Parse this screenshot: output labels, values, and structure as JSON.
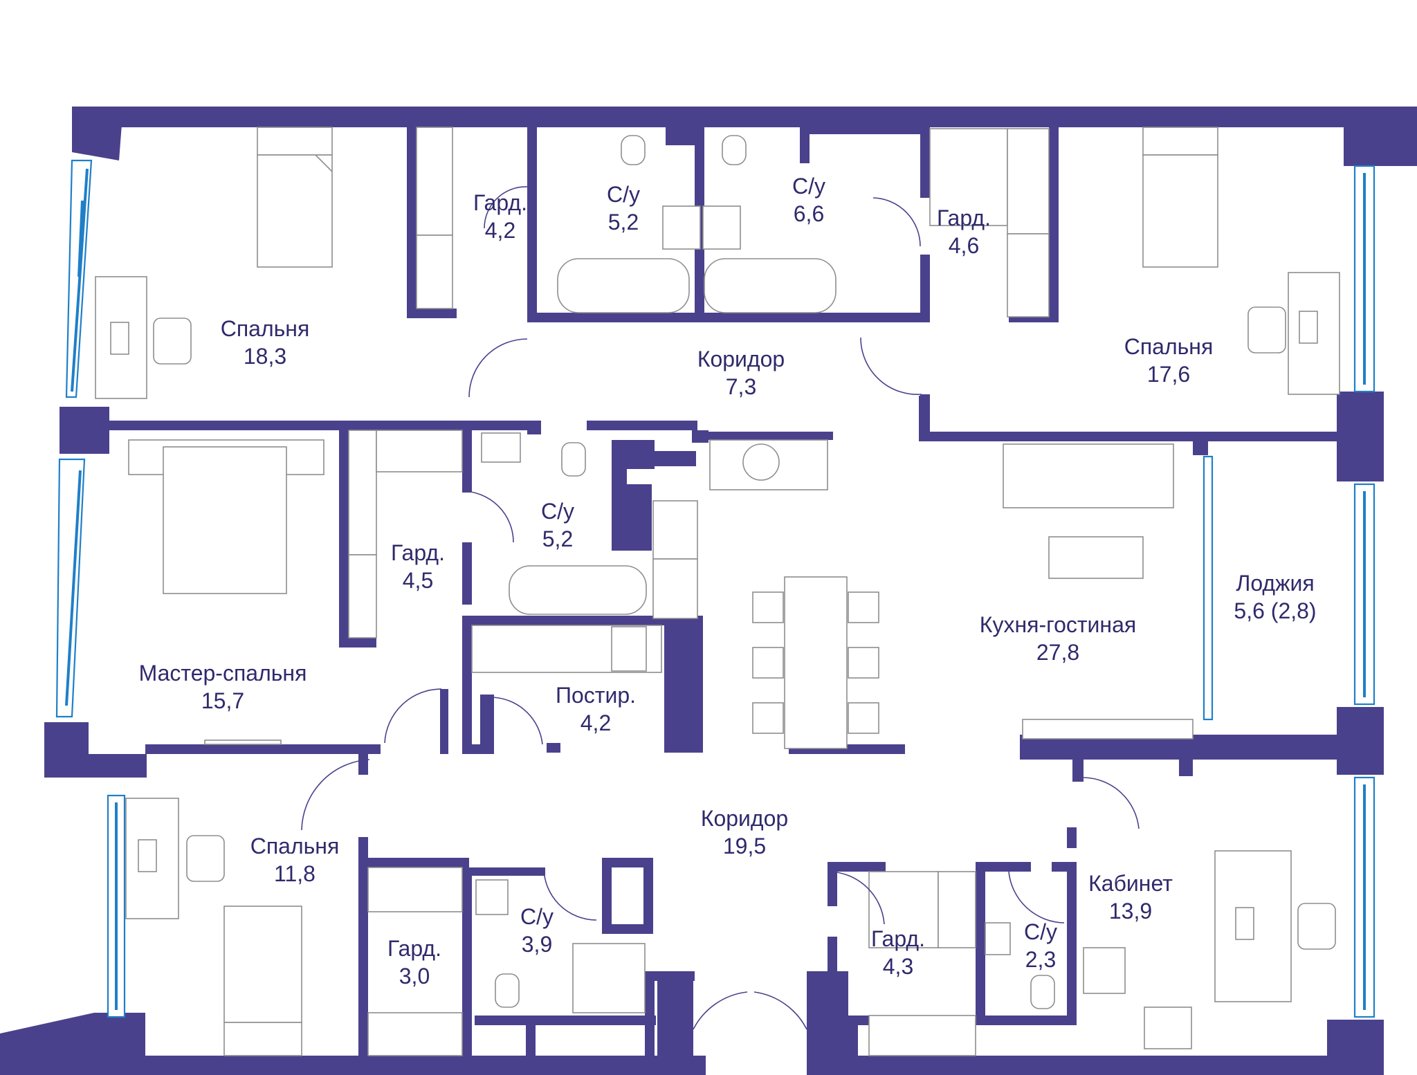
{
  "colors": {
    "wall": "#4a418c",
    "label": "#2f2a6c",
    "window": "#1f7fc8",
    "fixture": "#8e8e8e"
  },
  "rooms": [
    {
      "id": "bedroom-nw",
      "name": "Спальня",
      "area": "18,3"
    },
    {
      "id": "wardrobe-1",
      "name": "Гард.",
      "area": "4,2"
    },
    {
      "id": "bath-1",
      "name": "С/у",
      "area": "5,2"
    },
    {
      "id": "bath-2",
      "name": "С/у",
      "area": "6,6"
    },
    {
      "id": "wardrobe-2",
      "name": "Гард.",
      "area": "4,6"
    },
    {
      "id": "bedroom-ne",
      "name": "Спальня",
      "area": "17,6"
    },
    {
      "id": "corridor-1",
      "name": "Коридор",
      "area": "7,3"
    },
    {
      "id": "wardrobe-3",
      "name": "Гард.",
      "area": "4,5"
    },
    {
      "id": "bath-3",
      "name": "С/у",
      "area": "5,2"
    },
    {
      "id": "master-bedroom",
      "name": "Мастер-спальня",
      "area": "15,7"
    },
    {
      "id": "laundry",
      "name": "Постир.",
      "area": "4,2"
    },
    {
      "id": "kitchen-living",
      "name": "Кухня-гостиная",
      "area": "27,8"
    },
    {
      "id": "loggia",
      "name": "Лоджия",
      "area": "5,6 (2,8)"
    },
    {
      "id": "corridor-2",
      "name": "Коридор",
      "area": "19,5"
    },
    {
      "id": "bedroom-sw",
      "name": "Спальня",
      "area": "11,8"
    },
    {
      "id": "wardrobe-4",
      "name": "Гард.",
      "area": "3,0"
    },
    {
      "id": "bath-4",
      "name": "С/у",
      "area": "3,9"
    },
    {
      "id": "wardrobe-5",
      "name": "Гард.",
      "area": "4,3"
    },
    {
      "id": "bath-5",
      "name": "С/у",
      "area": "2,3"
    },
    {
      "id": "office",
      "name": "Кабинет",
      "area": "13,9"
    }
  ]
}
